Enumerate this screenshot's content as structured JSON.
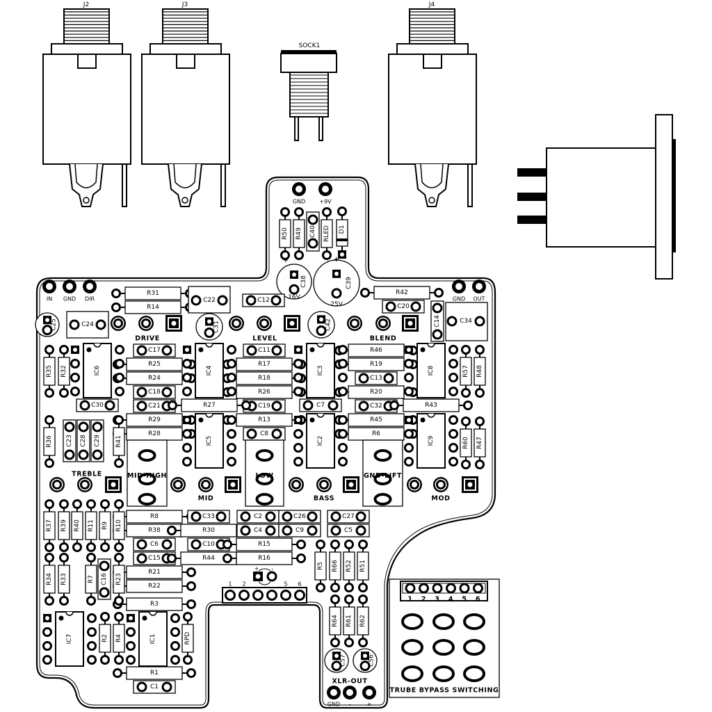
{
  "title": "Pedal PCB component layout (silkscreen)",
  "offboard": {
    "jacks": [
      {
        "ref": "J2"
      },
      {
        "ref": "J3"
      },
      {
        "ref": "J4"
      }
    ],
    "dc_socket": {
      "ref": "SOCK1"
    },
    "xlr_connector": {
      "ref": ""
    }
  },
  "power_tab": {
    "pads": [
      "GND",
      "+9V"
    ],
    "vertical_parts": [
      "R50",
      "R49",
      "C40",
      "RLED",
      "D1"
    ],
    "caps": [
      {
        "ref": "C38",
        "rating": "16V"
      },
      {
        "ref": "C39",
        "rating": "25V"
      }
    ]
  },
  "io_pads": {
    "left": [
      "IN",
      "GND",
      "DIR"
    ],
    "right": [
      "GND",
      "OUT"
    ]
  },
  "pots": [
    "DRIVE",
    "LEVEL",
    "BLEND",
    "TREBLE",
    "MID",
    "BASS",
    "MOD"
  ],
  "switches": [
    "MID-HIGH",
    "LOW",
    "GND-LIFT"
  ],
  "ics": [
    "IC6",
    "IC4",
    "IC3",
    "IC8",
    "IC5",
    "IC2",
    "IC9",
    "IC7",
    "IC1"
  ],
  "horizontal_parts": [
    "R31",
    "R14",
    "C22",
    "C12",
    "R42",
    "C20",
    "C24",
    "C17",
    "R25",
    "R24",
    "C18",
    "C21",
    "C30",
    "R29",
    "R28",
    "C11",
    "R17",
    "R18",
    "R26",
    "C19",
    "R13",
    "C8",
    "R27",
    "C7",
    "R46",
    "R19",
    "C13",
    "R20",
    "C32",
    "R45",
    "R6",
    "R43",
    "C34",
    "R8",
    "R38",
    "C6",
    "C15",
    "R21",
    "R22",
    "R3",
    "R1",
    "C1",
    "C33",
    "R30",
    "C10",
    "R44",
    "C2",
    "C4",
    "C26",
    "C9",
    "R15",
    "R16",
    "C27",
    "C5"
  ],
  "vertical_parts": [
    "R35",
    "R32",
    "R57",
    "R48",
    "R36",
    "C23",
    "C28",
    "C29",
    "R41",
    "R60",
    "R47",
    "C14",
    "R37",
    "R39",
    "R40",
    "R11",
    "R9",
    "R10",
    "R34",
    "R33",
    "R7",
    "C16",
    "R23",
    "R2",
    "R4",
    "RPD",
    "R5",
    "R66",
    "R52",
    "R51",
    "R64",
    "R61",
    "R62"
  ],
  "round_caps": [
    "C25",
    "C31",
    "C42",
    "C57",
    "C56"
  ],
  "headers": {
    "main": {
      "pins": [
        "1",
        "2",
        "",
        "",
        "5",
        "6"
      ],
      "led": {
        "plus": "+",
        "minus": "-"
      }
    },
    "switch": {
      "pins": [
        "1",
        "2",
        "3",
        "4",
        "5",
        "6"
      ]
    }
  },
  "xlr_out": {
    "label": "XLR-OUT",
    "pins": [
      "GND",
      "-",
      "+"
    ]
  },
  "footswitch": {
    "label": "TRUBE  BYPASS  SWITCHING"
  }
}
